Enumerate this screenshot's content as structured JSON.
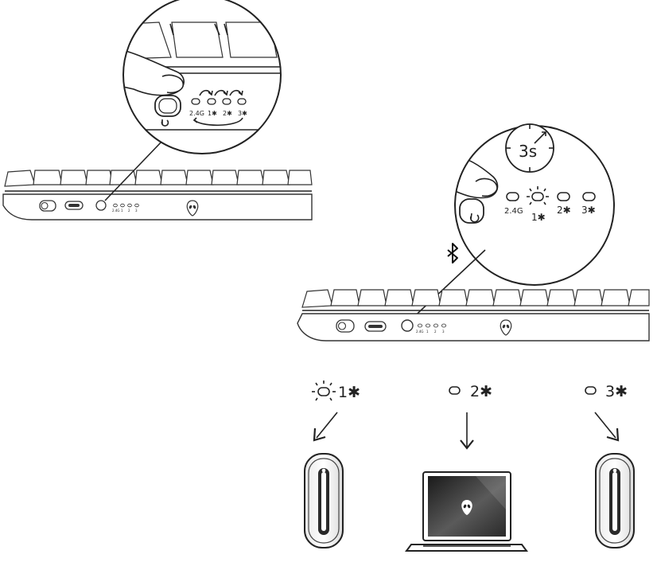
{
  "diagram": {
    "zoom_left": {
      "led_labels": [
        "2.4G",
        "1✱",
        "2✱",
        "3✱"
      ]
    },
    "zoom_right": {
      "timer_label": "3s",
      "led_labels": [
        "2.4G",
        "1✱",
        "2✱",
        "3✱"
      ]
    },
    "bluetooth_symbol": "✱",
    "keyboard_led_labels": [
      "2.4G",
      "1",
      "2",
      "3"
    ],
    "devices": [
      {
        "label": "1✱",
        "type": "desktop-tower",
        "active": true
      },
      {
        "label": "2✱",
        "type": "laptop",
        "active": false
      },
      {
        "label": "3✱",
        "type": "desktop-tower",
        "active": false
      }
    ]
  }
}
